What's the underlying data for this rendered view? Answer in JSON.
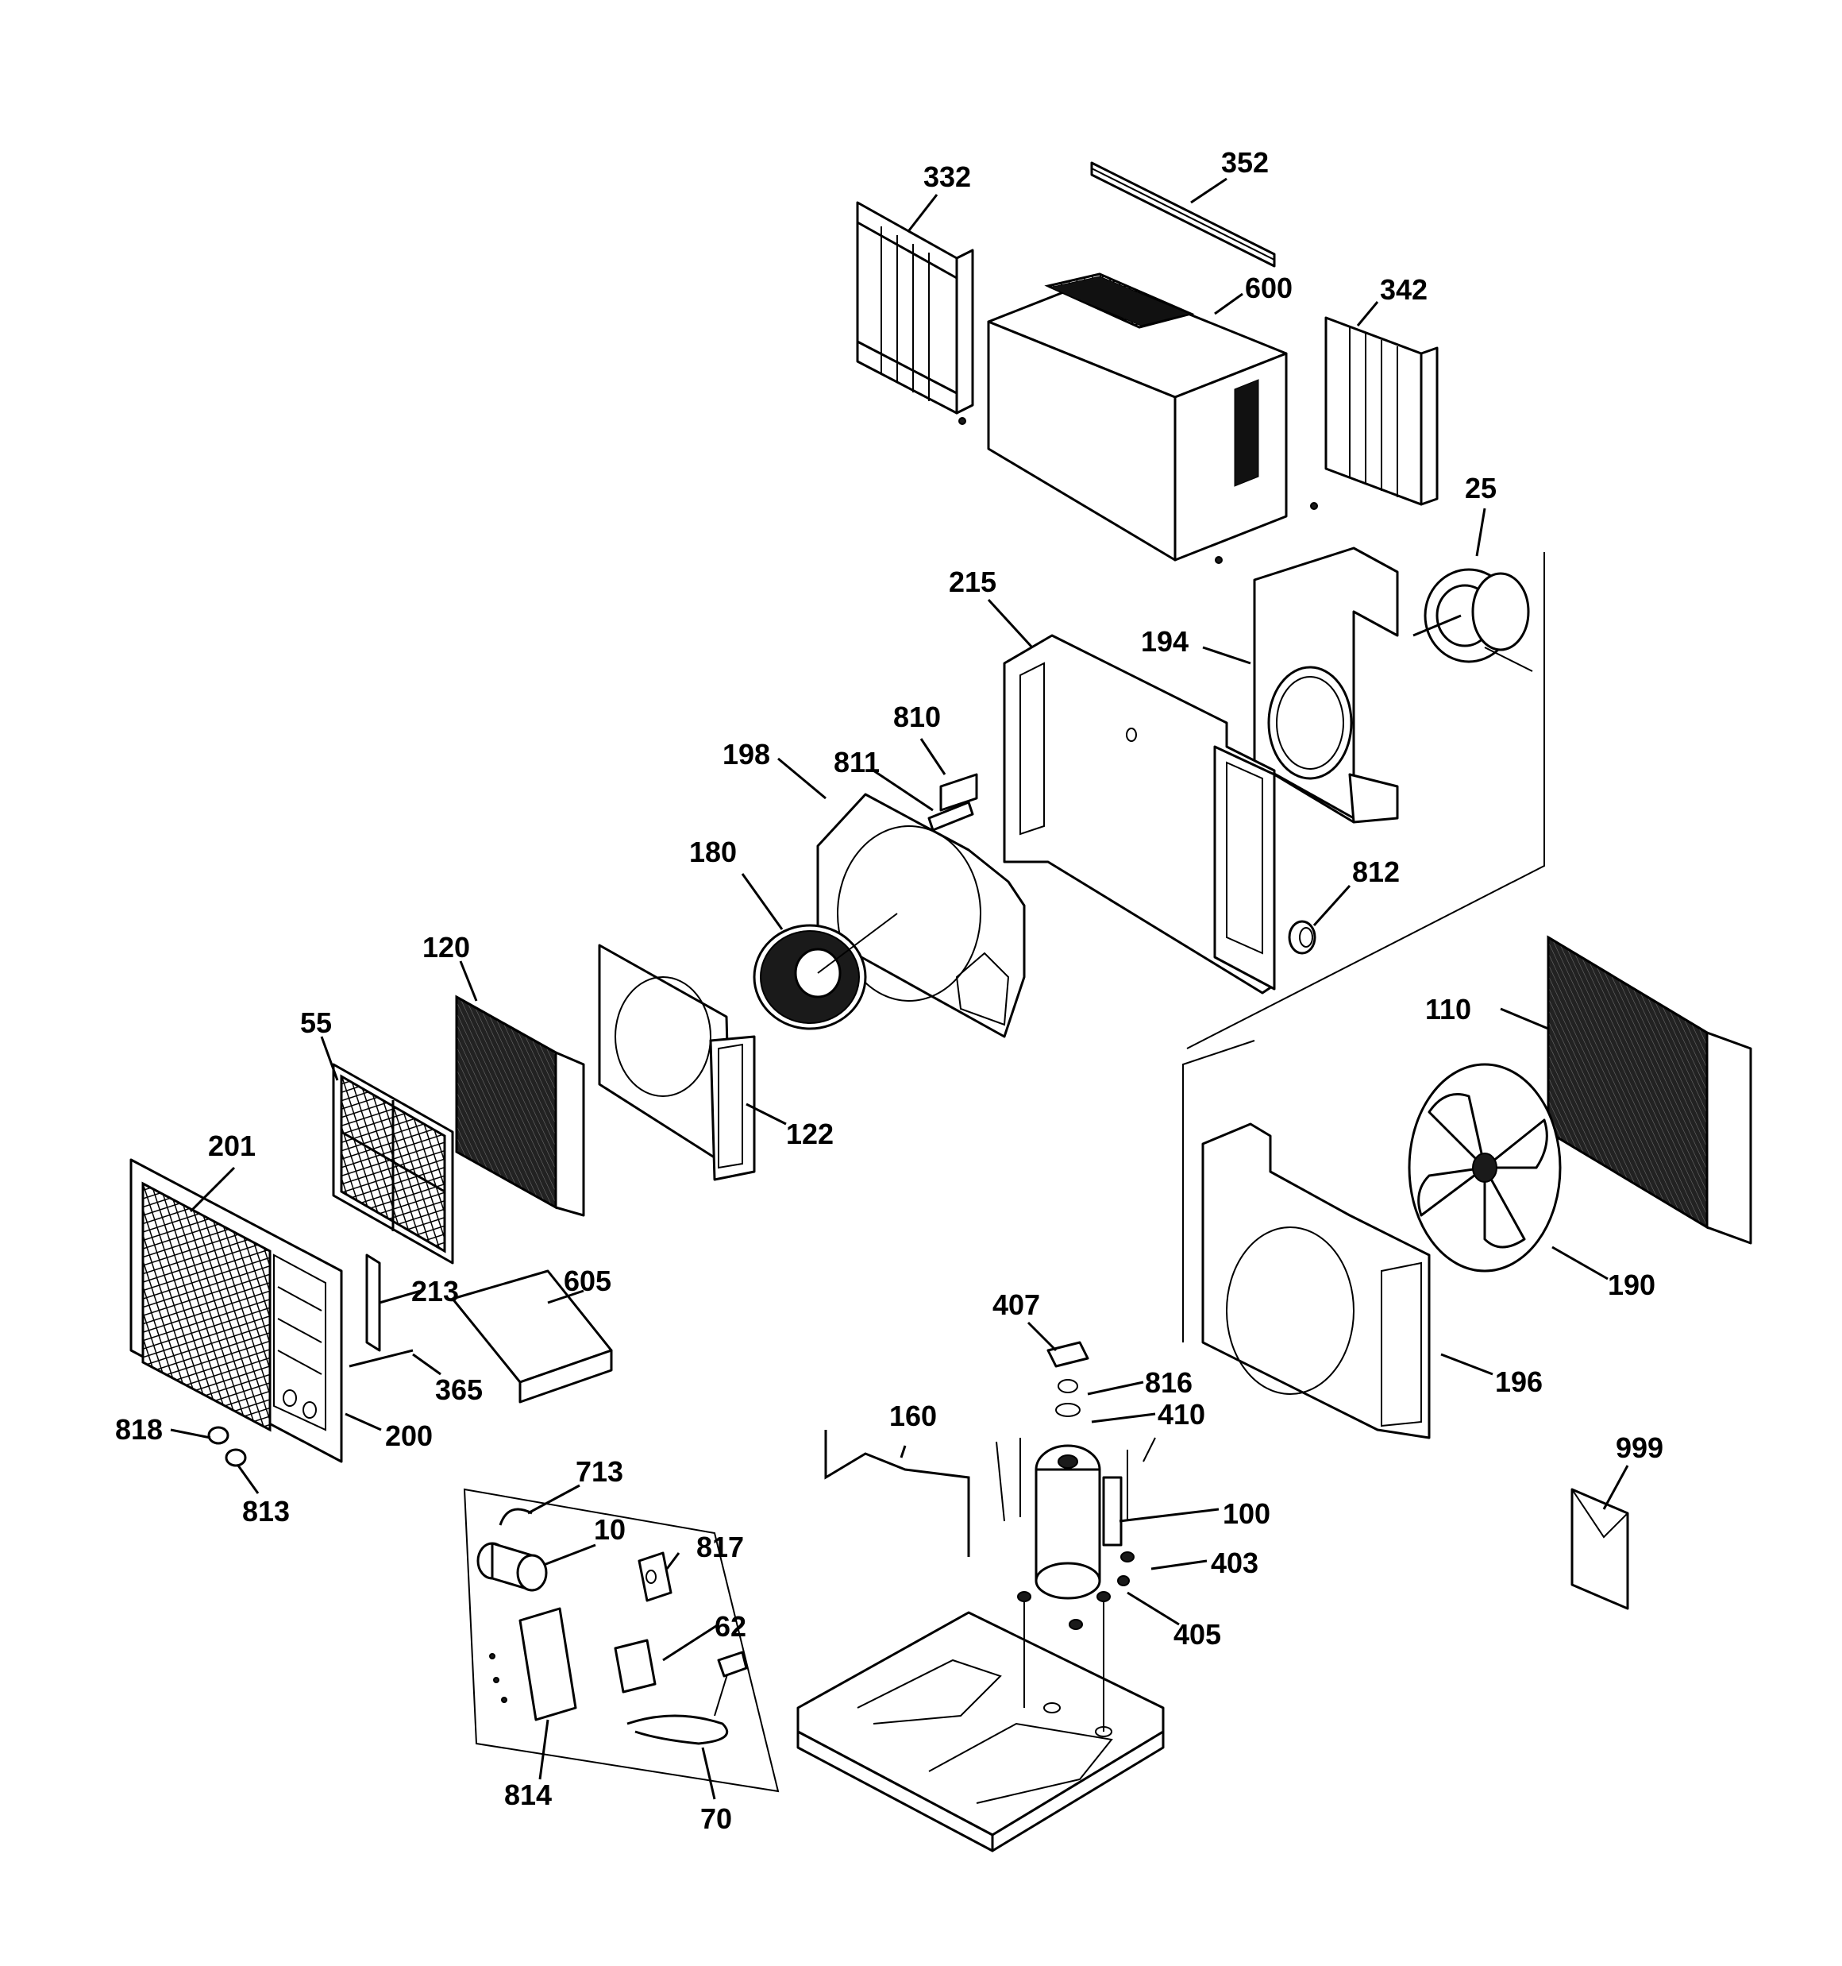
{
  "callouts": [
    {
      "id": "c332",
      "text": "332"
    },
    {
      "id": "c352",
      "text": "352"
    },
    {
      "id": "c600",
      "text": "600"
    },
    {
      "id": "c342",
      "text": "342"
    },
    {
      "id": "c25",
      "text": "25"
    },
    {
      "id": "c215",
      "text": "215"
    },
    {
      "id": "c194",
      "text": "194"
    },
    {
      "id": "c810",
      "text": "810"
    },
    {
      "id": "c198",
      "text": "198"
    },
    {
      "id": "c811",
      "text": "811"
    },
    {
      "id": "c180",
      "text": "180"
    },
    {
      "id": "c812",
      "text": "812"
    },
    {
      "id": "c120",
      "text": "120"
    },
    {
      "id": "c110",
      "text": "110"
    },
    {
      "id": "c55",
      "text": "55"
    },
    {
      "id": "c122",
      "text": "122"
    },
    {
      "id": "c201",
      "text": "201"
    },
    {
      "id": "c213",
      "text": "213"
    },
    {
      "id": "c605",
      "text": "605"
    },
    {
      "id": "c190",
      "text": "190"
    },
    {
      "id": "c407",
      "text": "407"
    },
    {
      "id": "c365",
      "text": "365"
    },
    {
      "id": "c816",
      "text": "816"
    },
    {
      "id": "c196",
      "text": "196"
    },
    {
      "id": "c818",
      "text": "818"
    },
    {
      "id": "c200",
      "text": "200"
    },
    {
      "id": "c160",
      "text": "160"
    },
    {
      "id": "c410",
      "text": "410"
    },
    {
      "id": "c999",
      "text": "999"
    },
    {
      "id": "c813",
      "text": "813"
    },
    {
      "id": "c713",
      "text": "713"
    },
    {
      "id": "c10",
      "text": "10"
    },
    {
      "id": "c817",
      "text": "817"
    },
    {
      "id": "c100",
      "text": "100"
    },
    {
      "id": "c403",
      "text": "403"
    },
    {
      "id": "c62",
      "text": "62"
    },
    {
      "id": "c405",
      "text": "405"
    },
    {
      "id": "c814",
      "text": "814"
    },
    {
      "id": "c70",
      "text": "70"
    }
  ]
}
